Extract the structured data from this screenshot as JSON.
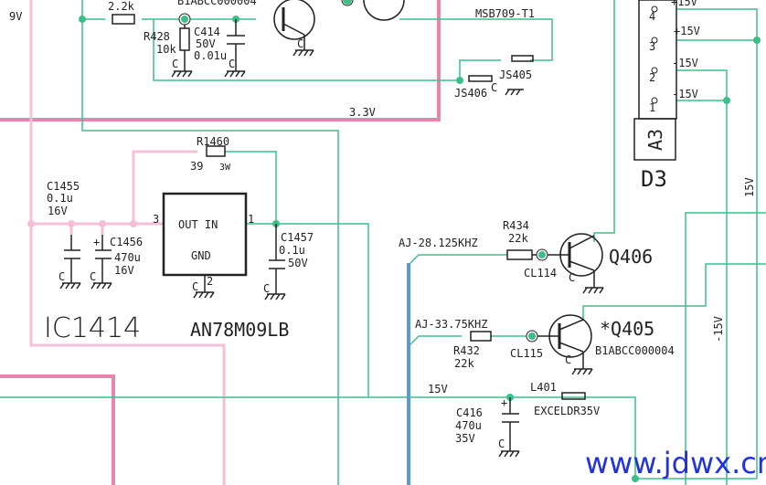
{
  "labels": {
    "v9": "9V",
    "r_2k2": "2.2k",
    "top_part": "B1ABCC000004",
    "r428": "R428",
    "r428_val": "10k",
    "c414": "C414",
    "c414_v": "50V",
    "c414_val": "0.01u",
    "msb": "MSB709-T1",
    "js405": "JS405",
    "js406": "JS406",
    "v33": "3.3V",
    "r1460": "R1460",
    "r1460_val": "39",
    "r1460_w": "3W",
    "c1455": "C1455",
    "c1455_val": "0.1u",
    "c1455_v": "16V",
    "c1456": "C1456",
    "c1456_val": "470u",
    "c1456_v": "16V",
    "pin3": "3",
    "pin1": "1",
    "pin2": "2",
    "out_in": "OUT IN",
    "gnd": "GND",
    "c1457": "C1457",
    "c1457_val": "0.1u",
    "c1457_v": "50V",
    "ic": "IC1414",
    "ic_part": "AN78M09LB",
    "aj28": "AJ-28.125KHZ",
    "r434": "R434",
    "r434_val": "22k",
    "cl114": "CL114",
    "q406": "Q406",
    "aj33": "AJ-33.75KHZ",
    "r432": "R432",
    "r432_val": "22k",
    "cl115": "CL115",
    "q405": "*Q405",
    "q405_part": "B1ABCC000004",
    "v15": "15V",
    "c416": "C416",
    "c416_val": "470u",
    "c416_v": "35V",
    "l401": "L401",
    "l401_part": "EXCELDR35V",
    "conn_p15a": "+15V",
    "conn_p15b": "+15V",
    "conn_m15a": "-15V",
    "conn_m15b": "-15V",
    "cp4": "4",
    "cp3": "3",
    "cp2": "2",
    "cp1": "1",
    "a3": "A3",
    "d3": "D3",
    "v15_vert": "15V",
    "m15_vert": "-15V",
    "gnd_c": "C",
    "watermark": "www.jdwx.cn"
  },
  "colors": {
    "net_green": "#3dbf8a",
    "net_pink": "#f4bfd7",
    "net_pink_dark": "#e884b0",
    "bus_blue": "#5b9bd5"
  }
}
